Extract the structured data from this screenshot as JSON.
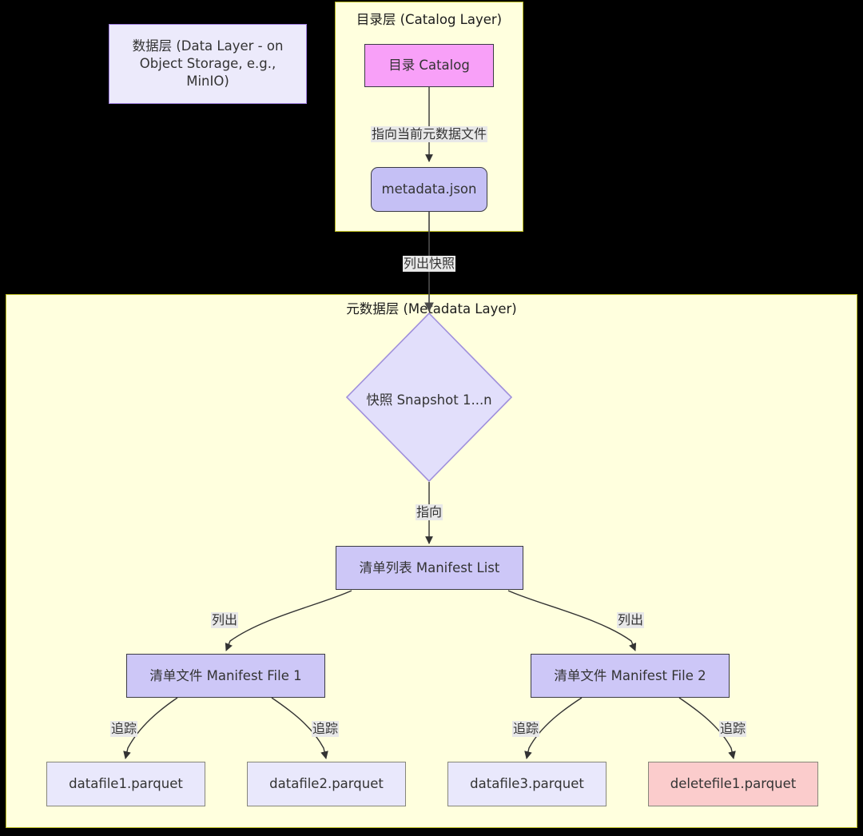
{
  "diagram": {
    "type": "flowchart",
    "title": "Apache Iceberg table architecture",
    "background": "#000000",
    "subgraphs": [
      {
        "id": "catalog-layer",
        "label": "目录层 (Catalog Layer)",
        "fill": "#ffffde",
        "stroke": "#bcbc1e"
      },
      {
        "id": "metadata-layer",
        "label": "元数据层 (Metadata Layer)",
        "fill": "#ffffde",
        "stroke": "#bcbc1e"
      }
    ],
    "notes": [
      {
        "id": "data-layer-note",
        "label": "数据层 (Data Layer - on Object Storage, e.g., MinIO)",
        "fill": "#eceafb",
        "stroke": "#9f7fe0"
      }
    ],
    "nodes": [
      {
        "id": "catalog",
        "label": "目录 Catalog",
        "shape": "rect",
        "fill": "#f8a0f8",
        "stroke": "#3b3b44"
      },
      {
        "id": "metadata-json",
        "label": "metadata.json",
        "shape": "rounded-rect",
        "fill": "#c5c0f5",
        "stroke": "#3b3b44"
      },
      {
        "id": "snapshot",
        "label": "快照 Snapshot 1...n",
        "shape": "diamond",
        "fill": "#e2dffb",
        "stroke": "#9f8fdc"
      },
      {
        "id": "manifest-list",
        "label": "清单列表 Manifest List",
        "shape": "rect",
        "fill": "#cdc7f7",
        "stroke": "#3b3b44"
      },
      {
        "id": "manifest-file-1",
        "label": "清单文件 Manifest File 1",
        "shape": "rect",
        "fill": "#cdc7f7",
        "stroke": "#3b3b44"
      },
      {
        "id": "manifest-file-2",
        "label": "清单文件 Manifest File 2",
        "shape": "rect",
        "fill": "#cdc7f7",
        "stroke": "#3b3b44"
      },
      {
        "id": "datafile1",
        "label": "datafile1.parquet",
        "shape": "rect",
        "fill": "#e9e8fc",
        "stroke": "#86867a"
      },
      {
        "id": "datafile2",
        "label": "datafile2.parquet",
        "shape": "rect",
        "fill": "#e9e8fc",
        "stroke": "#86867a"
      },
      {
        "id": "datafile3",
        "label": "datafile3.parquet",
        "shape": "rect",
        "fill": "#e9e8fc",
        "stroke": "#86867a"
      },
      {
        "id": "deletefile1",
        "label": "deletefile1.parquet",
        "shape": "rect",
        "fill": "#fbcccc",
        "stroke": "#86867a"
      }
    ],
    "edges": [
      {
        "id": "e1",
        "from": "catalog",
        "to": "metadata-json",
        "label": "指向当前元数据文件"
      },
      {
        "id": "e2",
        "from": "metadata-json",
        "to": "snapshot",
        "label": "列出快照"
      },
      {
        "id": "e3",
        "from": "snapshot",
        "to": "manifest-list",
        "label": "指向"
      },
      {
        "id": "e4",
        "from": "manifest-list",
        "to": "manifest-file-1",
        "label": "列出"
      },
      {
        "id": "e5",
        "from": "manifest-list",
        "to": "manifest-file-2",
        "label": "列出"
      },
      {
        "id": "e6",
        "from": "manifest-file-1",
        "to": "datafile1",
        "label": "追踪"
      },
      {
        "id": "e7",
        "from": "manifest-file-1",
        "to": "datafile2",
        "label": "追踪"
      },
      {
        "id": "e8",
        "from": "manifest-file-2",
        "to": "datafile3",
        "label": "追踪"
      },
      {
        "id": "e9",
        "from": "manifest-file-2",
        "to": "deletefile1",
        "label": "追踪"
      }
    ]
  }
}
